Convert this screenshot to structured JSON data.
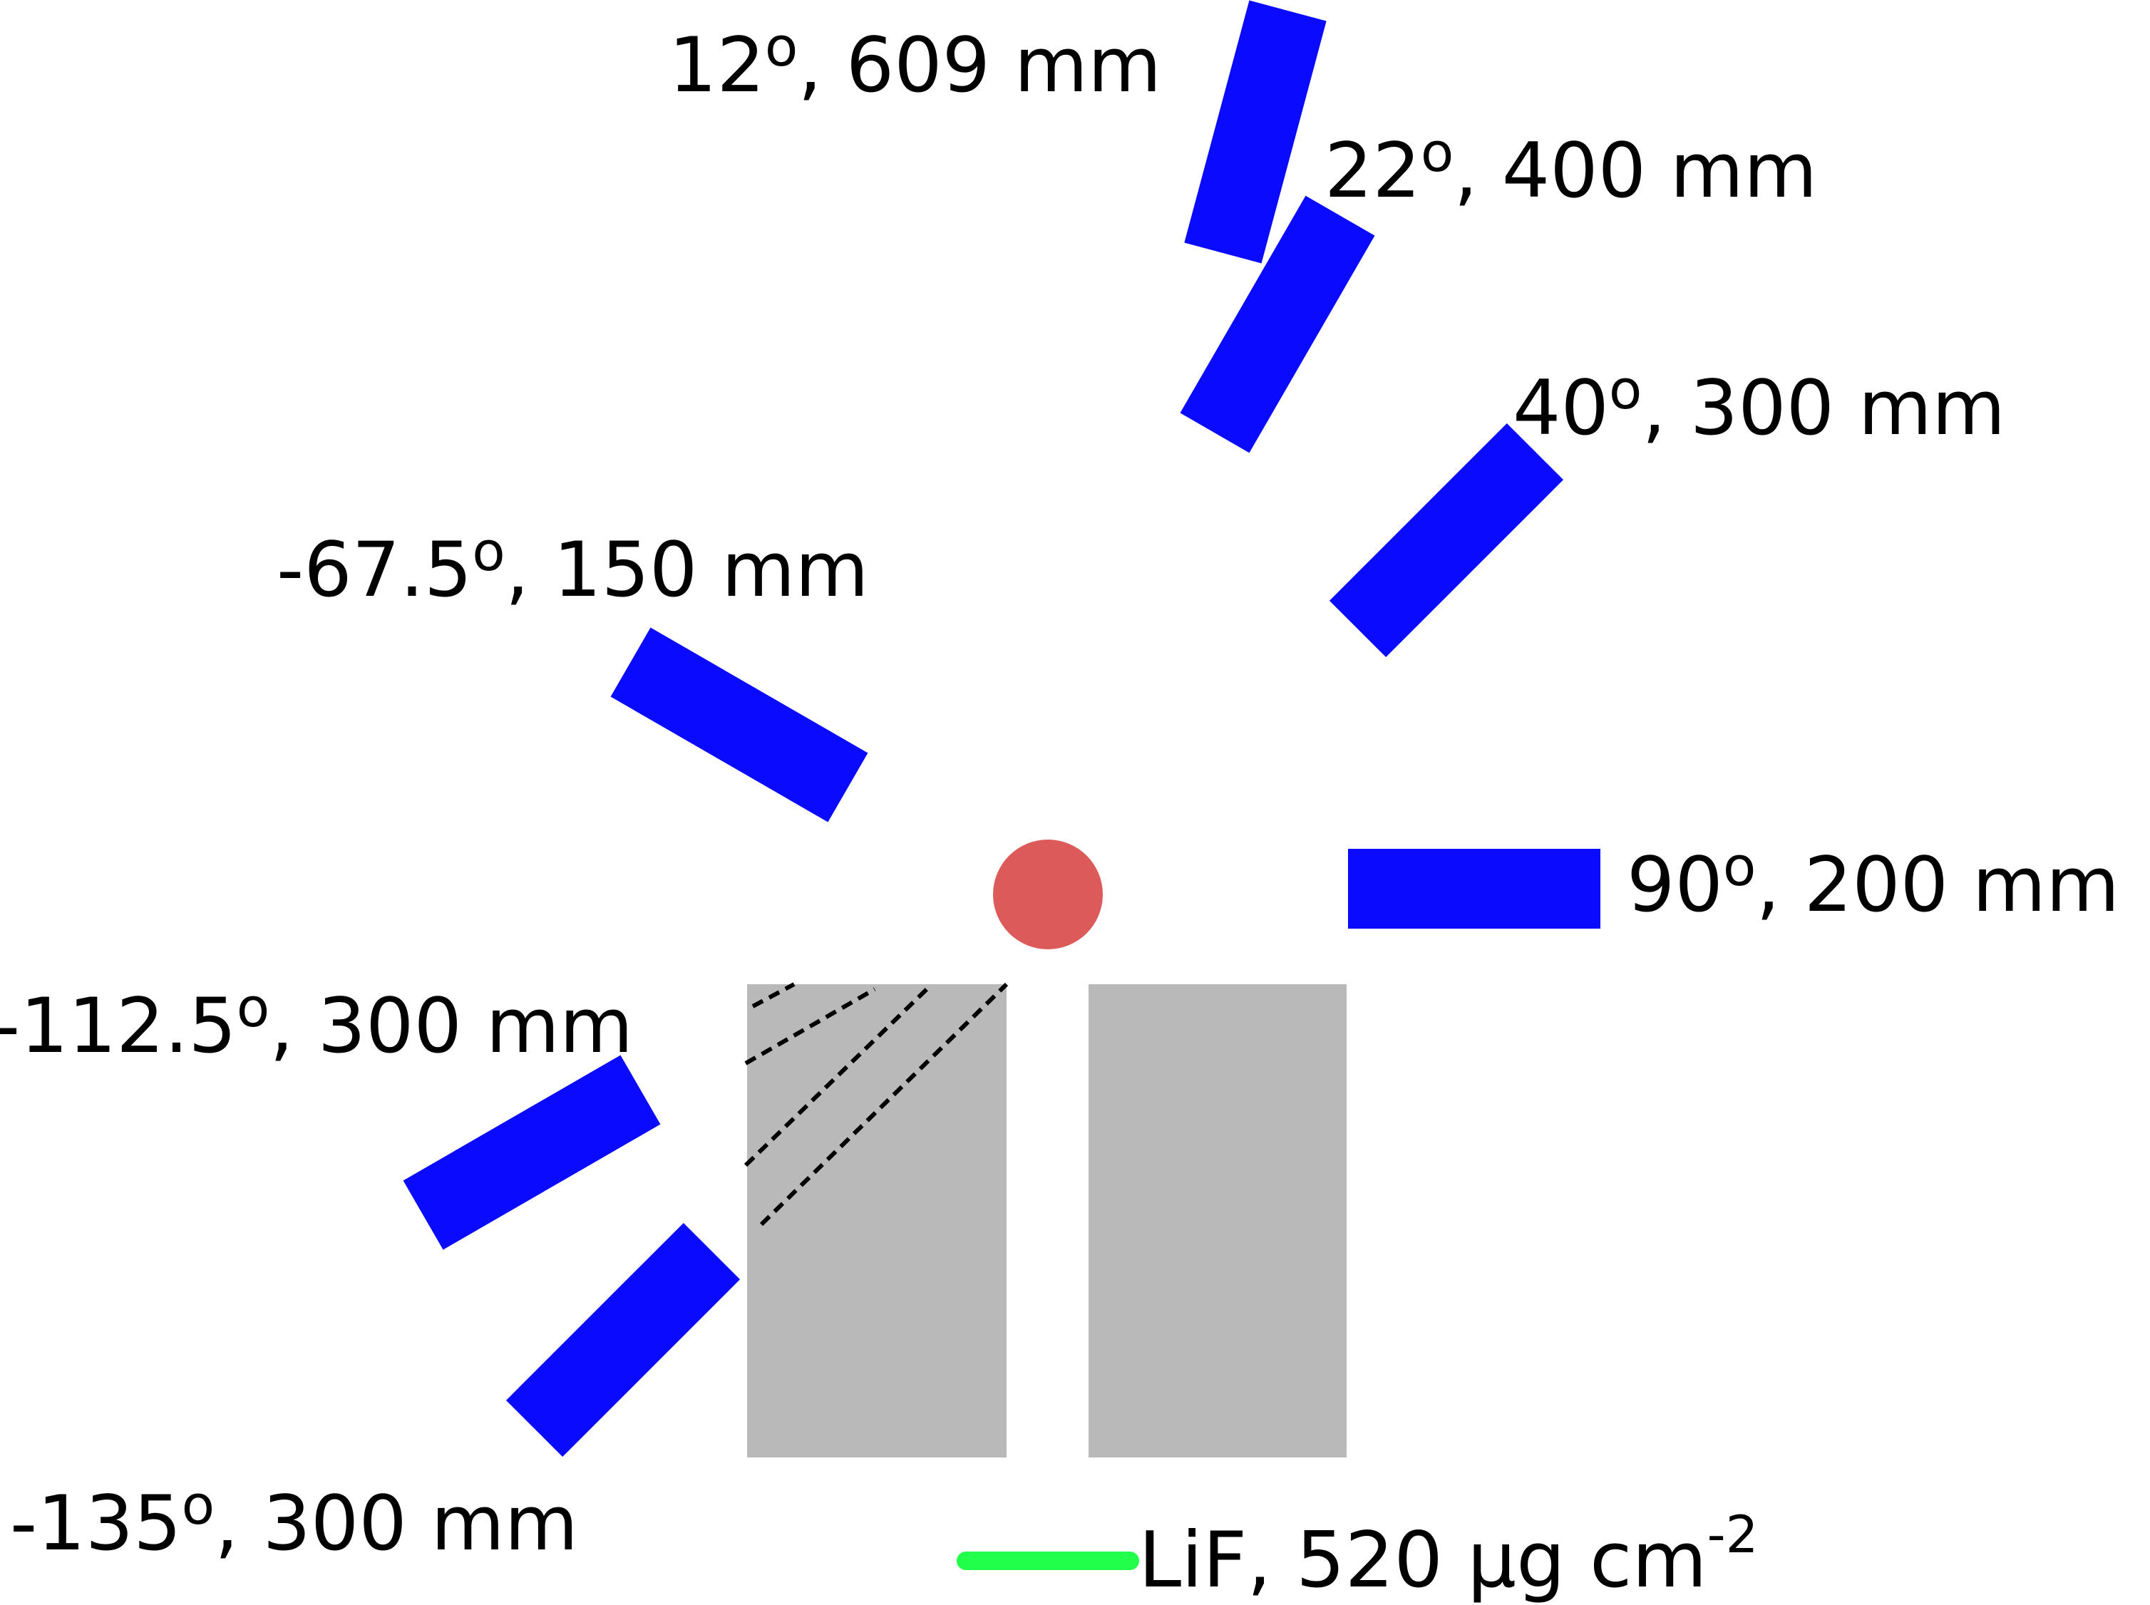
{
  "colors": {
    "detector": "#0a0aff",
    "target_spot": "#dd5a5a",
    "absorber_block": "#b9b9b9",
    "target_foil": "#22ff4a",
    "text": "#000000",
    "dashed_line": "#000000"
  },
  "detectors": [
    {
      "id": "det-12",
      "angle": "12",
      "degree_mark": "o",
      "distance": ", 609 mm"
    },
    {
      "id": "det-22",
      "angle": "22",
      "degree_mark": "o",
      "distance": ", 400 mm"
    },
    {
      "id": "det-40",
      "angle": "40",
      "degree_mark": "o",
      "distance": ", 300 mm"
    },
    {
      "id": "det-m67",
      "angle": "-67.5",
      "degree_mark": "o",
      "distance": ", 150 mm"
    },
    {
      "id": "det-90",
      "angle": "90",
      "degree_mark": "o",
      "distance": ", 200 mm"
    },
    {
      "id": "det-m112",
      "angle": "-112.5",
      "degree_mark": "o",
      "distance": ", 300 mm"
    },
    {
      "id": "det-m135",
      "angle": "-135",
      "degree_mark": "o",
      "distance": ", 300 mm"
    }
  ],
  "target": {
    "text": "LiF, 520 µg cm",
    "superscript": "-2"
  }
}
